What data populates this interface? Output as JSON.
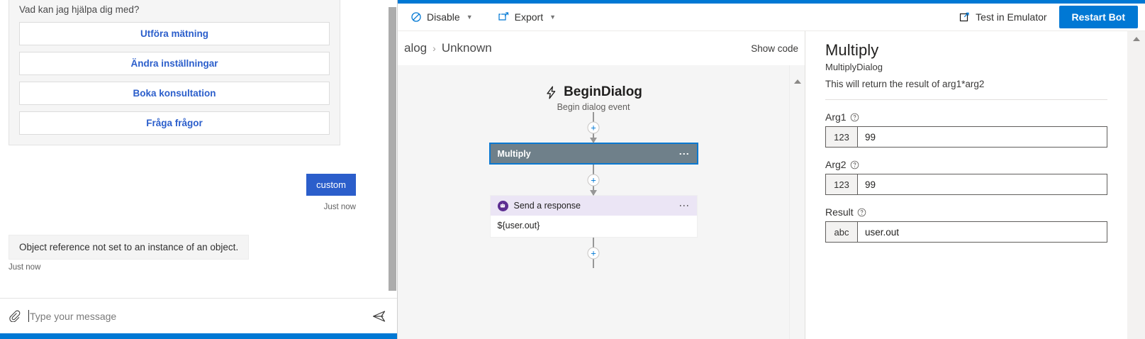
{
  "composer": {
    "toolbar": {
      "items": [
        {
          "label": "Disable",
          "icon": "block-icon",
          "has_chevron": true
        },
        {
          "label": "Export",
          "icon": "external-link-icon",
          "has_chevron": true
        }
      ],
      "test_in_emulator": "Test in Emulator",
      "test_in_emulator_icon": "external-link-icon",
      "restart_bot": "Restart Bot"
    },
    "breadcrumb": {
      "parent": "alog",
      "separator": "›",
      "current": "Unknown"
    },
    "show_code": "Show code",
    "canvas": {
      "trigger": {
        "icon": "lightning-bolt-icon",
        "title": "BeginDialog",
        "subtitle": "Begin dialog event"
      },
      "nodes": [
        {
          "type": "action",
          "label": "Multiply",
          "selected": true,
          "menu_icon": "more-vertical-icon"
        },
        {
          "type": "send-response",
          "label": "Send a response",
          "body": "${user.out}",
          "icon": "bot-icon",
          "menu_icon": "more-vertical-icon"
        }
      ],
      "add_node_label": "+"
    },
    "panel": {
      "title": "Multiply",
      "subtitle": "MultiplyDialog",
      "description": "This will return the result of arg1*arg2",
      "fields": [
        {
          "label": "Arg1",
          "help_icon": "help-circle-icon",
          "type_prefix": "123",
          "value": "99"
        },
        {
          "label": "Arg2",
          "help_icon": "help-circle-icon",
          "type_prefix": "123",
          "value": "99"
        },
        {
          "label": "Result",
          "help_icon": "help-circle-icon",
          "type_prefix": "abc",
          "value": "user.out"
        }
      ]
    }
  },
  "chat": {
    "hero": {
      "prompt": "Vad kan jag hjälpa dig med?",
      "buttons": [
        "Utföra mätning",
        "Ändra inställningar",
        "Boka konsultation",
        "Fråga frågor"
      ]
    },
    "user_message": {
      "text": "custom",
      "timestamp": "Just now"
    },
    "bot_message": {
      "text": "Object reference not set to an instance of an object.",
      "timestamp": "Just now"
    },
    "input": {
      "placeholder": "Type your message",
      "attach_icon": "paperclip-icon",
      "send_icon": "send-icon"
    }
  },
  "colors": {
    "accent": "#0078d4",
    "user_bubble": "#2b5ecb",
    "node_selected_border": "#0b78d0",
    "node_fill": "#6f808a",
    "send_response_header": "#ebe5f5",
    "bot_icon": "#5c2d91"
  }
}
